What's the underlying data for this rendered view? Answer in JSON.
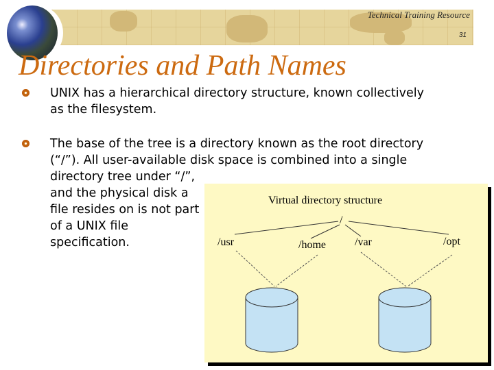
{
  "header": {
    "resource": "Technical Training Resource",
    "page_number": "31"
  },
  "title": "Directories and Path Names",
  "bullets": [
    {
      "lines": [
        "UNIX has a hierarchical directory structure, known collectively",
        "as the filesystem."
      ]
    },
    {
      "lines": [
        "The base of the tree is a directory known as the root directory",
        "(“/”).  All user-available disk space is combined into a single",
        "directory tree under “/”,",
        "and the physical disk a",
        "file resides on is not part",
        "of a UNIX file",
        "specification."
      ]
    }
  ],
  "diagram": {
    "title": "Virtual directory structure",
    "root": "/",
    "dirs": [
      "/usr",
      "/home",
      "/var",
      "/opt"
    ]
  }
}
